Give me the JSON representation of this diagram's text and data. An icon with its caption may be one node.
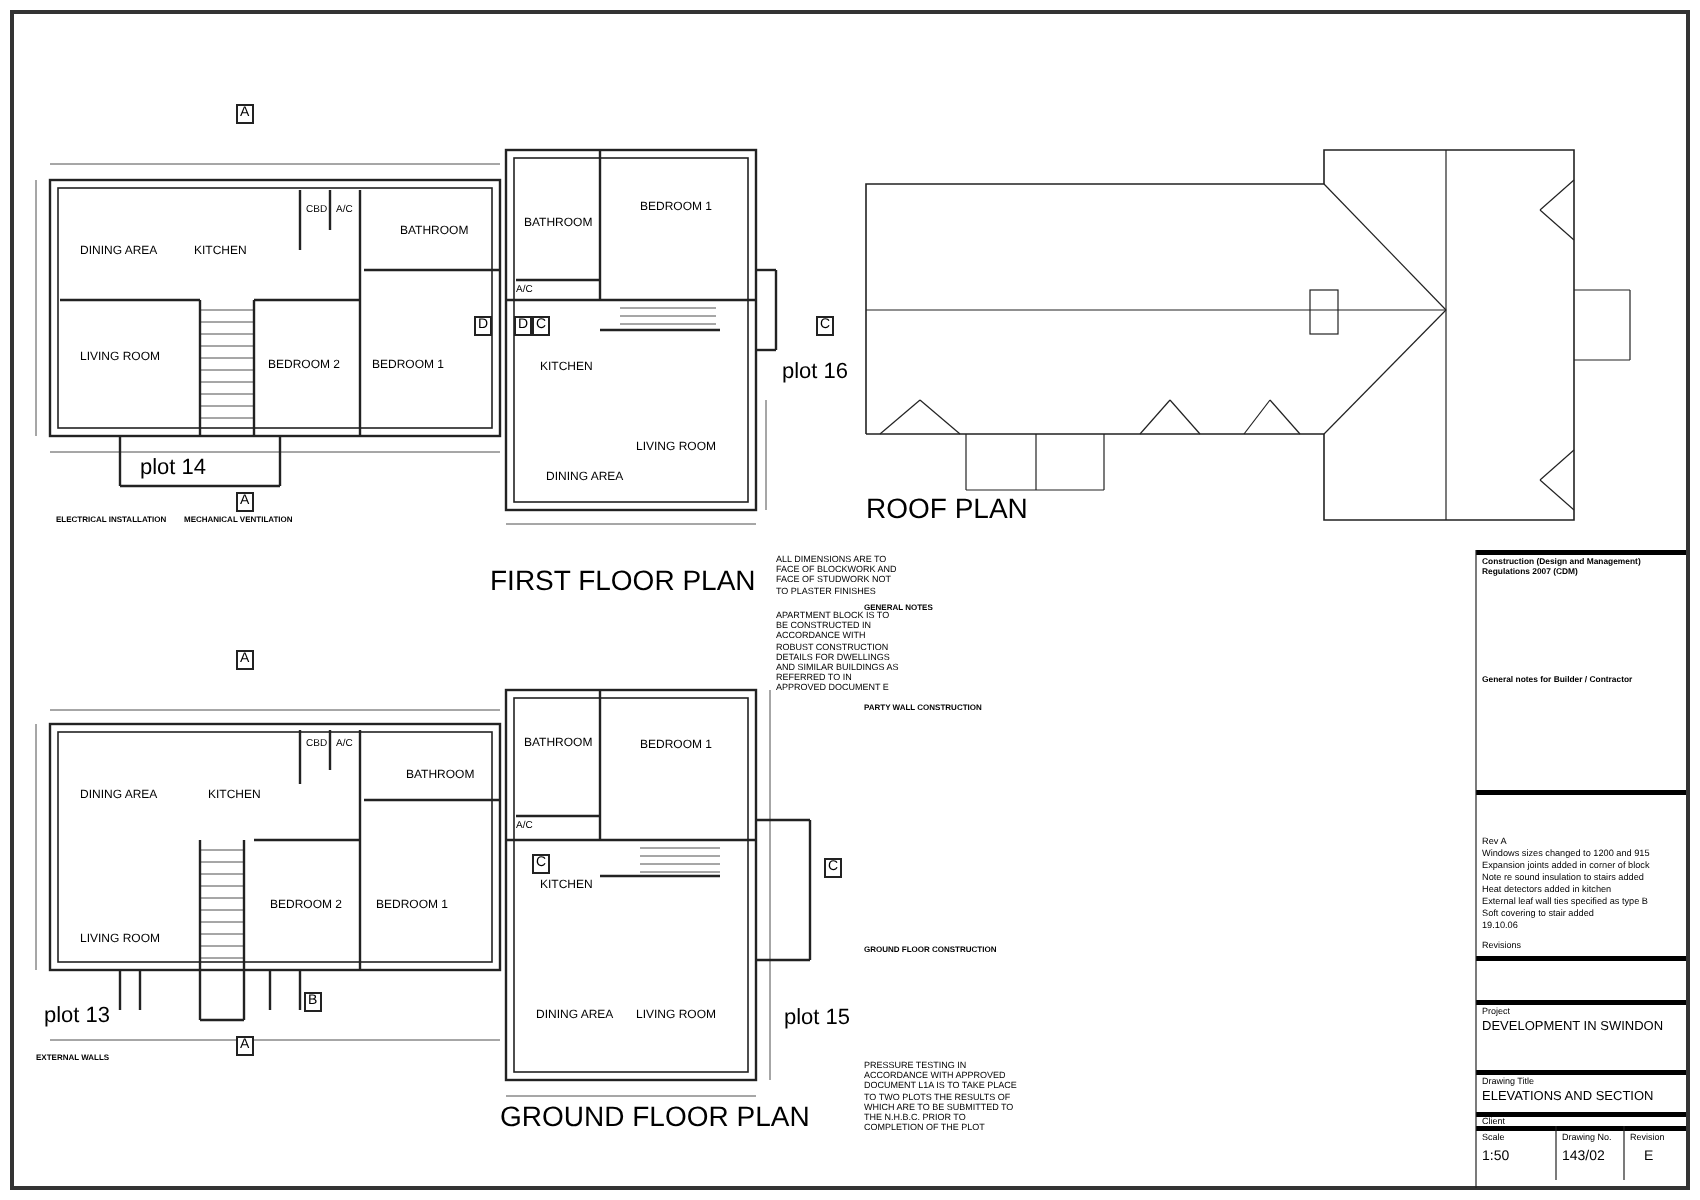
{
  "diagram": {
    "labels": [
      "DINING AREA",
      "KITCHEN",
      "CBD",
      "A/C",
      "BATHROOM",
      "LIVING ROOM",
      "BEDROOM 2",
      "BEDROOM 1",
      "plot 14",
      "BATHROOM",
      "BEDROOM 1",
      "A/C",
      "KITCHEN",
      "LIVING ROOM",
      "DINING AREA",
      "plot 16",
      "FIRST FLOOR PLAN",
      "ALL DIMENSIONS ARE TO FACE OF BLOCKWORK AND FACE OF STUDWORK NOT TO PLASTER FINISHES",
      "ROOF PLAN",
      "DINING AREA",
      "KITCHEN",
      "CBD",
      "A/C",
      "BATHROOM",
      "LIVING ROOM",
      "BEDROOM 2",
      "BEDROOM 1",
      "plot 13",
      "BATHROOM",
      "BEDROOM 1",
      "A/C",
      "KITCHEN",
      "DINING AREA",
      "LIVING ROOM",
      "plot 15",
      "GROUND FLOOR PLAN",
      "APARTMENT BLOCK IS TO BE CONSTRUCTED IN ACCORDANCE WITH ROBUST CONSTRUCTION DETAILS FOR DWELLINGS AND SIMILAR BUILDINGS AS REFERRED TO IN APPROVED DOCUMENT E",
      "PRESSURE TESTING IN ACCORDANCE WITH APPROVED DOCUMENT L1A IS TO TAKE PLACE TO TWO PLOTS THE RESULTS OF WHICH ARE TO BE SUBMITTED TO THE N.H.B.C. PRIOR TO COMPLETION OF THE PLOT",
      "ELECTRICAL INSTALLATION",
      "MECHANICAL VENTILATION",
      "EXTERNAL WALLS",
      "GENERAL NOTES",
      "PARTY WALL CONSTRUCTION",
      "GROUND FLOOR CONSTRUCTION",
      "Construction (Design and Management) Regulations 2007 (CDM)",
      "General notes for Builder / Contractor",
      "Rev A",
      "Windows sizes changed to 1200 and 915",
      "Expansion joints added in corner of block",
      "Note re sound insulation to stairs added",
      "Heat detectors added in kitchen",
      "External leaf wall ties specified as type B",
      "Soft covering to stair added",
      "19.10.06",
      "Revisions",
      "Project",
      "DEVELOPMENT IN SWINDON",
      "Drawing Title",
      "ELEVATIONS AND SECTION",
      "Client",
      "Scale",
      "1:50",
      "Drawing No.",
      "143/02",
      "Revision",
      "E",
      "A",
      "A",
      "D",
      "D",
      "C",
      "C",
      "A",
      "A",
      "B",
      "C",
      "C"
    ]
  }
}
